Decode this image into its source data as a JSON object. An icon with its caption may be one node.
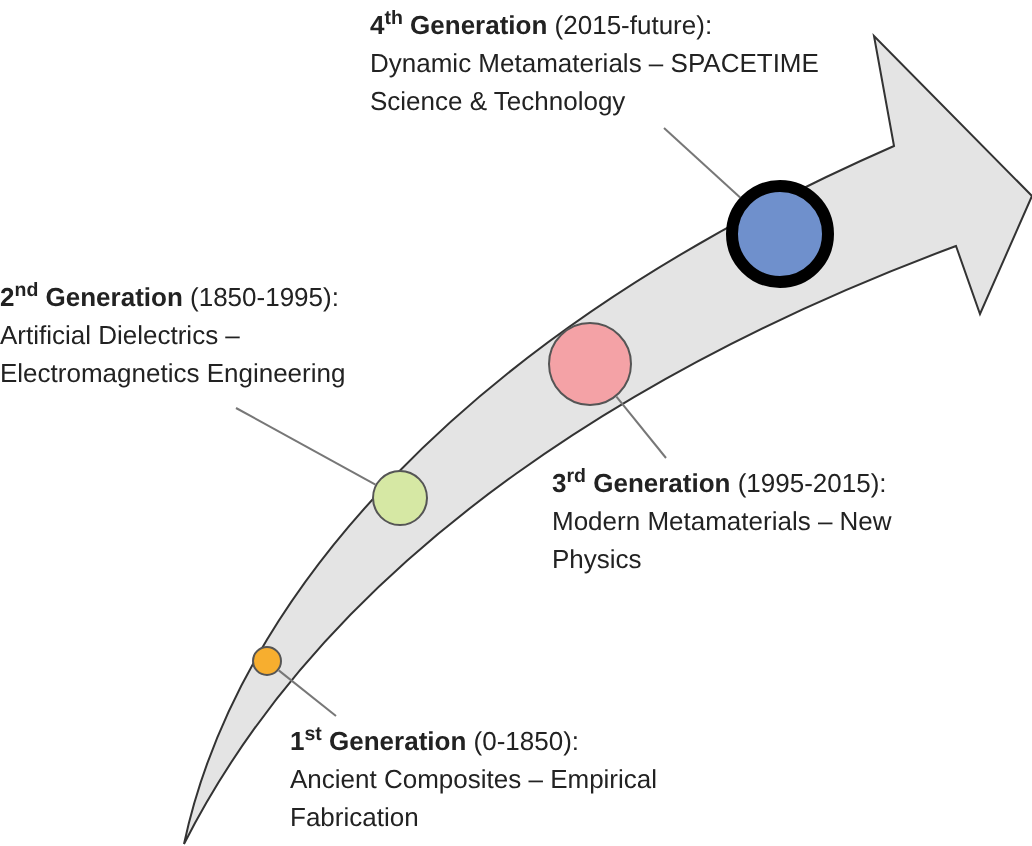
{
  "diagram": {
    "nodes": [
      {
        "text": [
          "**4$^{th}$ Generation** (2015-future):",
          "Dynamic Metamaterials – SPACETIME Science & Technology"
        ]
      },
      {
        "text": [
          "**2$^{nd}$ Generation** (1850-1995):",
          "Artificial Dielectrics – Electromagnetics Engineering"
        ]
      },
      {
        "text": [
          "**3$^{rd}$ Generation** (1995-2015):",
          "Modern Metamaterials – New Physics"
        ]
      },
      {
        "text": [
          "**1$^{st}$ Generation** (0-1850):",
          "Ancient Composites – Empirical Fabrication"
        ]
      },
      {
        "text": [],
        "shape": "circle"
      },
      {
        "text": [],
        "shape": "circle"
      },
      {
        "text": [],
        "shape": "circle"
      },
      {
        "text": [],
        "shape": "circle"
      }
    ],
    "edges": [
      {
        "from": 3,
        "to": 4,
        "arrow": "none"
      },
      {
        "from": 1,
        "to": 5,
        "arrow": "none"
      },
      {
        "from": 2,
        "to": 6,
        "arrow": "none"
      },
      {
        "from": 0,
        "to": 7,
        "arrow": "none"
      }
    ]
  }
}
